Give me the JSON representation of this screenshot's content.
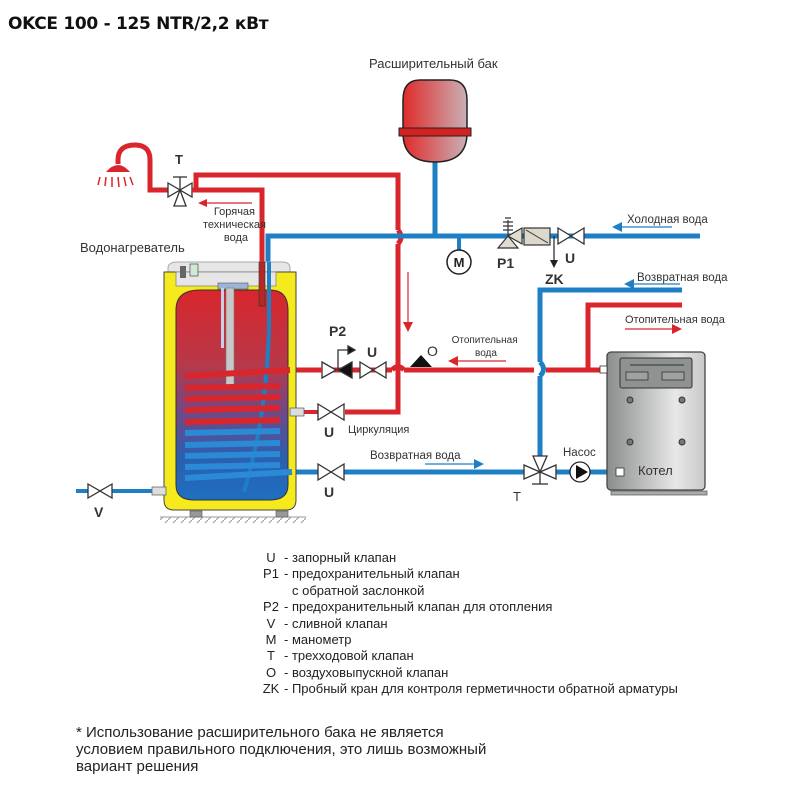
{
  "title": "OKCE 100 - 125 NTR/2,2 кВт",
  "colors": {
    "hot_pipe": "#d9262c",
    "cold_pipe": "#1f7fc4",
    "tank_yellow": "#f4ea1e",
    "boiler_gray": "#9a9a9a"
  },
  "labels": {
    "expansion_tank": "Расширительный бак",
    "water_heater": "Водонагреватель",
    "hot_tech_water_1": "Горячая",
    "hot_tech_water_2": "техническая",
    "hot_tech_water_3": "вода",
    "cold_water": "Холодная вода",
    "return_water_right": "Возвратная  вода",
    "heating_water_right": "Отопительная вода",
    "heating_water_mid_1": "Отопительная",
    "heating_water_mid_2": "вода",
    "circulation": "Циркуляция",
    "return_water_bottom": "Возвратная  вода",
    "pump": "Насос",
    "boiler": "Котел"
  },
  "component_tags": {
    "t_top": "T",
    "m": "M",
    "p1": "P1",
    "u_cold": "U",
    "zk": "ZK",
    "p2": "P2",
    "u_p2": "U",
    "o": "O",
    "u_circ": "U",
    "u_return": "U",
    "v": "V",
    "t_bottom": "T"
  },
  "legend": [
    {
      "key": "U",
      "desc": "- запорный клапан"
    },
    {
      "key": "P1",
      "desc": "- предохранительный клапан",
      "cont": "с обратной заслонкой"
    },
    {
      "key": "P2",
      "desc": "- предохранительный клапан для отопления"
    },
    {
      "key": "V",
      "desc": "- сливной клапан"
    },
    {
      "key": "M",
      "desc": "- манометр"
    },
    {
      "key": "T",
      "desc": "- трехходовой клапан"
    },
    {
      "key": "O",
      "desc": "- воздуховыпускной клапан"
    },
    {
      "key": "ZK",
      "desc": "- Пробный кран для контроля герметичности обратной арматуры"
    }
  ],
  "note": {
    "line1": "* Использование расширительного бака не является",
    "line2": "условием правильного подключения, это лишь возможный",
    "line3": "вариант решения"
  }
}
